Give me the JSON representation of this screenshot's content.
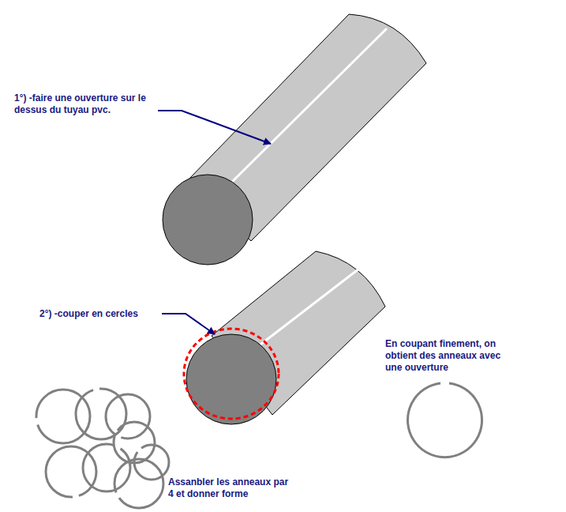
{
  "diagram": {
    "labels": [
      "1°) -faire une ouverture sur le dessus du tuyau pvc.",
      "2°) -couper en cercles",
      "En coupant finement, on obtient des anneaux avec une ouverture",
      "Assanbler les anneaux par 4 et donner forme"
    ]
  }
}
